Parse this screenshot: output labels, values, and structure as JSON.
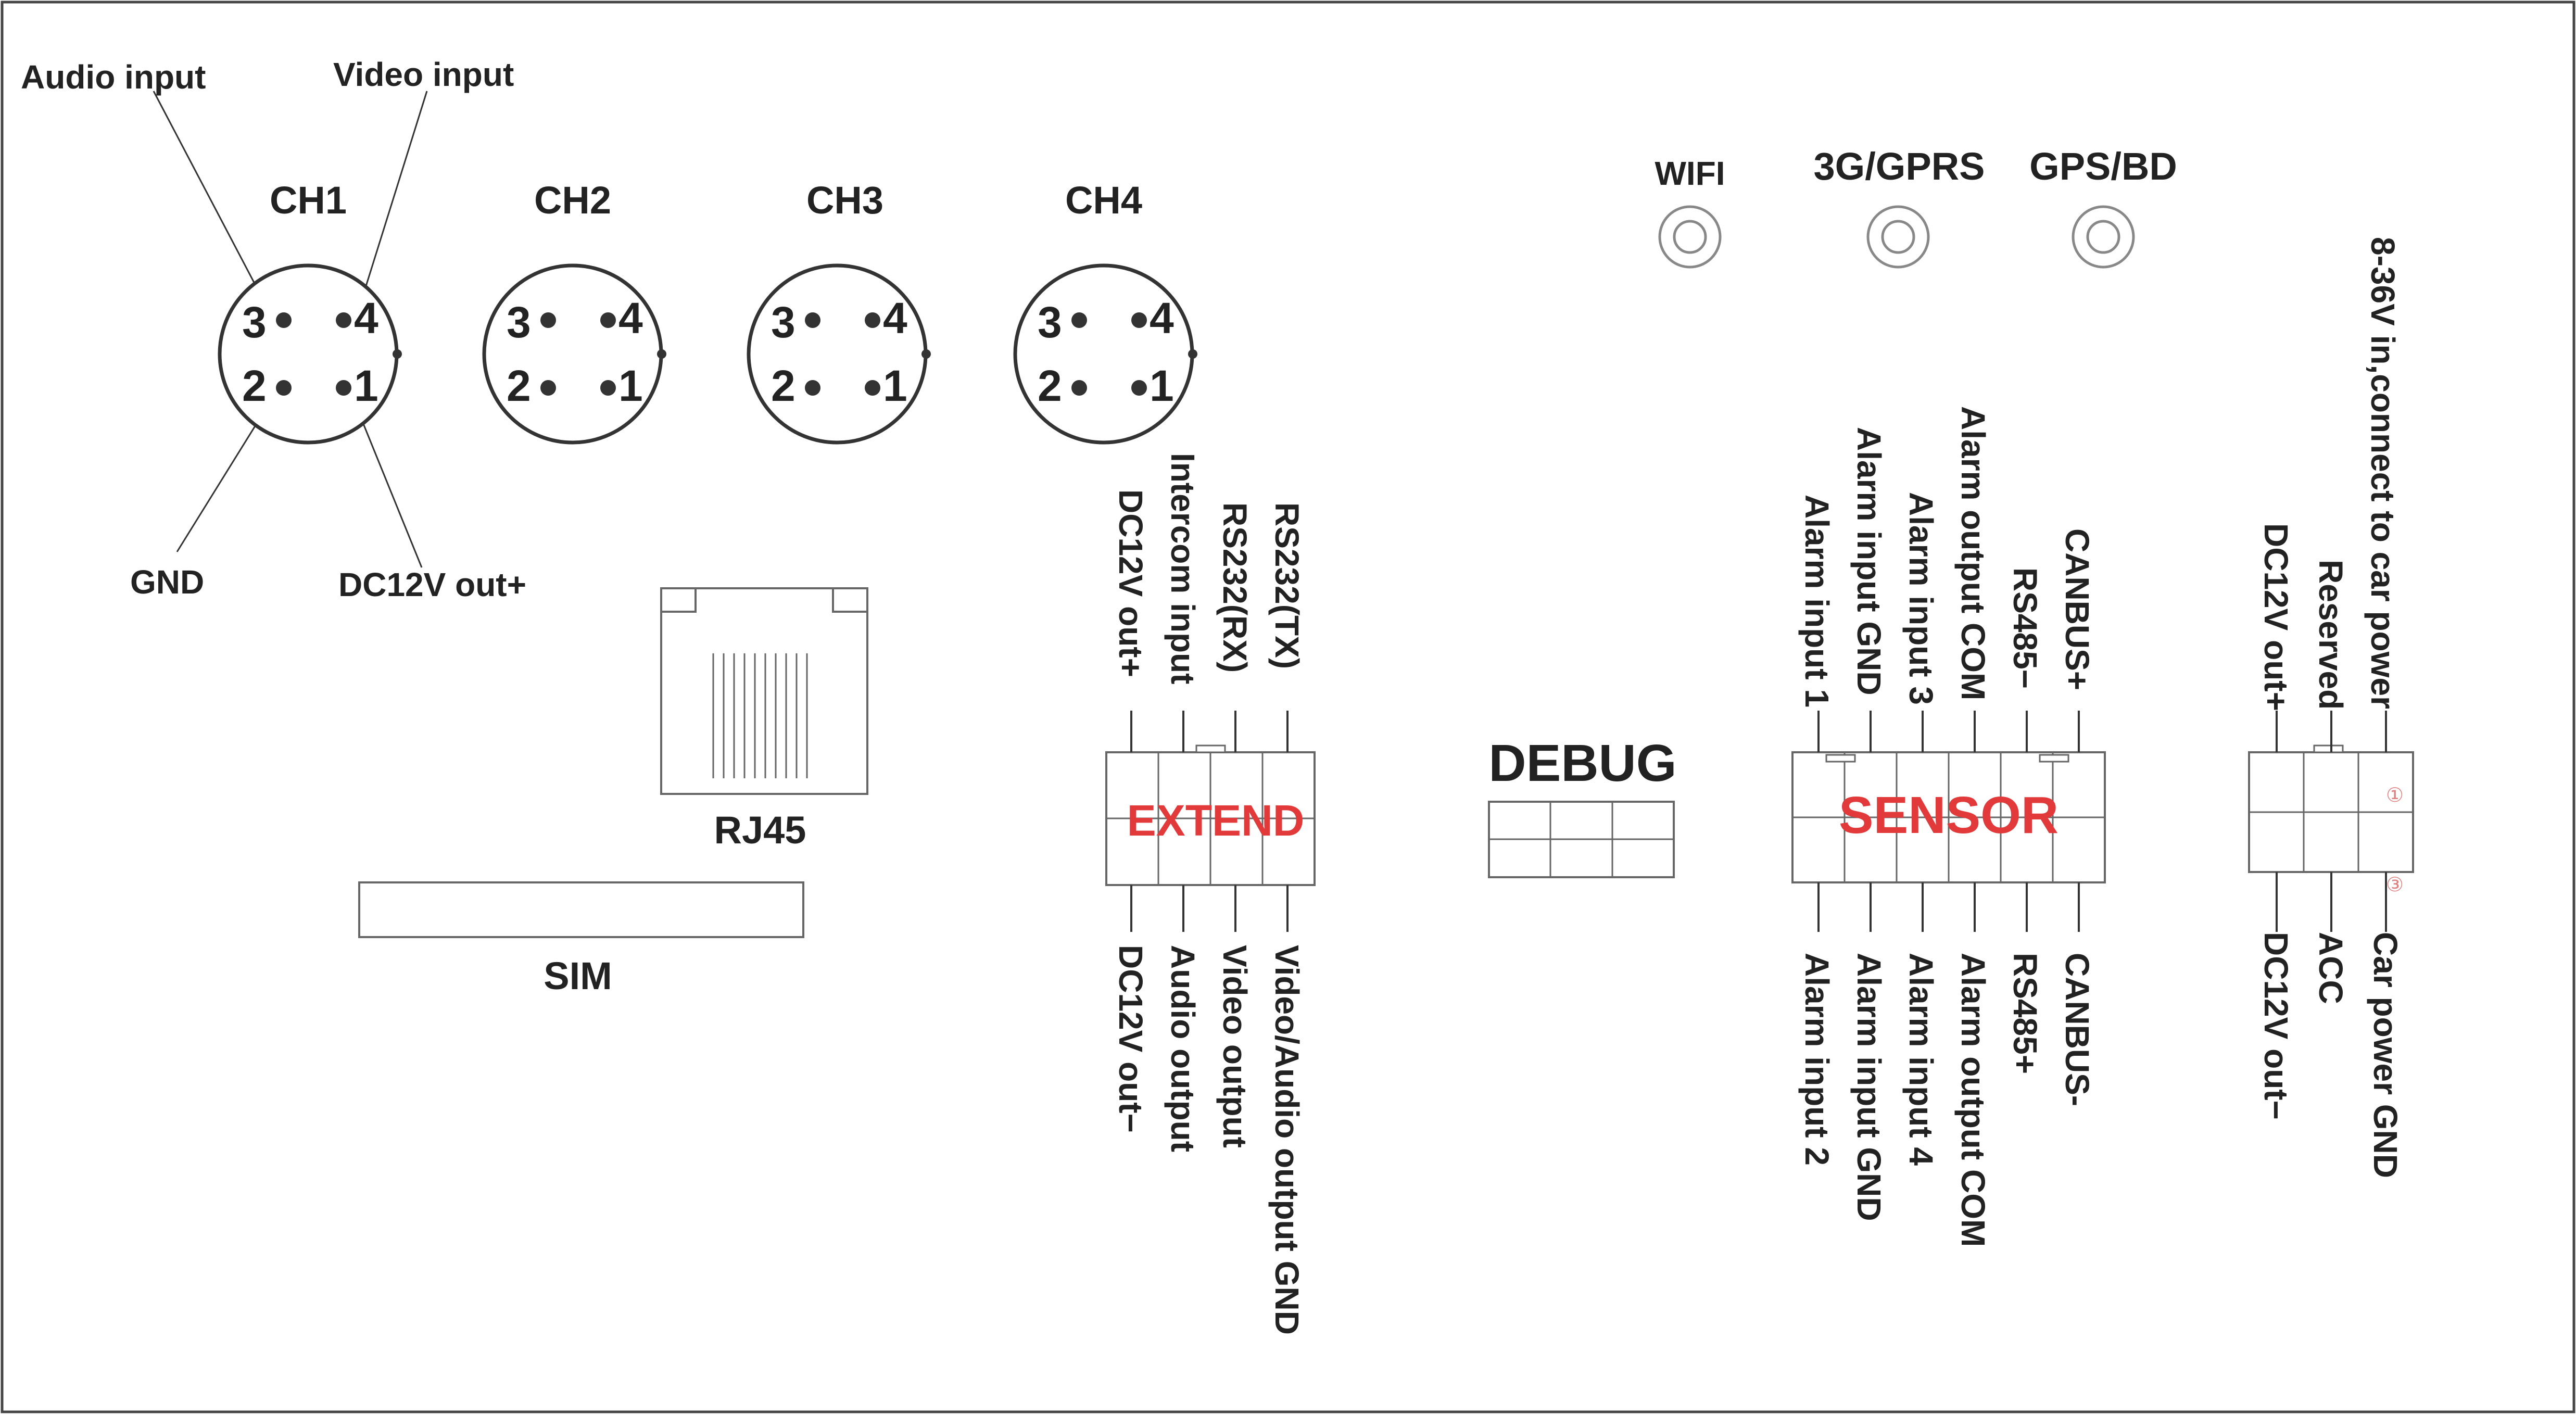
{
  "camera": {
    "channels": [
      "CH1",
      "CH2",
      "CH3",
      "CH4"
    ],
    "pins": [
      "3",
      "4",
      "2",
      "1"
    ],
    "callouts": {
      "audio_input": "Audio input",
      "video_input": "Video input",
      "gnd": "GND",
      "dc12v_out": "DC12V out+"
    }
  },
  "antennas": [
    "WIFI",
    "3G/GPRS",
    "GPS/BD"
  ],
  "rj45": {
    "label": "RJ45"
  },
  "sim": {
    "label": "SIM"
  },
  "debug": {
    "label": "DEBUG"
  },
  "extend": {
    "title": "EXTEND",
    "top_pins": [
      "DC12V out+",
      "Intercom input",
      "RS232(RX)",
      "RS232(TX)"
    ],
    "bottom_pins": [
      "DC12V out−",
      "Audio output",
      "Video output",
      "Video/Audio output  GND"
    ]
  },
  "sensor": {
    "title": "SENSOR",
    "top_pins": [
      "Alarm input 1",
      "Alarm input GND",
      "Alarm input 3",
      "Alarm output  COM",
      "RS485−",
      "CANBUS+"
    ],
    "bottom_pins": [
      "Alarm input 2",
      "Alarm input GND",
      "Alarm input 4",
      "Alarm output  COM",
      "RS485+",
      "CANBUS-"
    ]
  },
  "power": {
    "top_pins": [
      "DC12V out+",
      "Reserved",
      "8-36V in,connect to car power"
    ],
    "bottom_pins": [
      "DC12V out−",
      "ACC",
      "Car  power  GND"
    ],
    "pin_marks": [
      "①",
      "③"
    ]
  }
}
